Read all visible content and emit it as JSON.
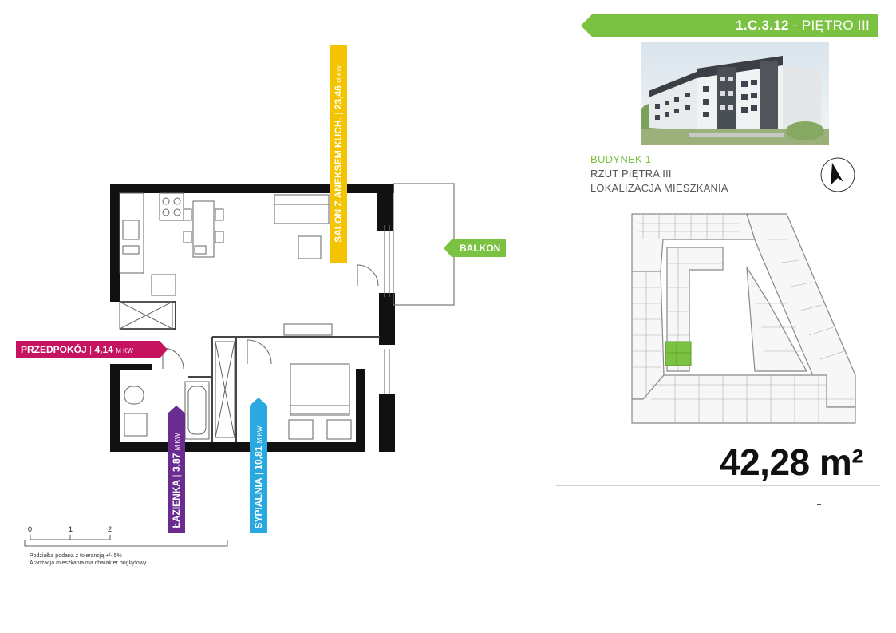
{
  "header": {
    "unit_code": "1.C.3.12",
    "separator": " - ",
    "floor_label": "PIĘTRO III",
    "accent_color": "#7cc242"
  },
  "info": {
    "building": "BUDYNEK 1",
    "floor_plan": "RZUT PIĘTRA III",
    "location": "LOKALIZACJA MIESZKANIA"
  },
  "area": {
    "value": "42,28",
    "unit": "m²"
  },
  "rooms": {
    "salon": {
      "name": "SALON Z ANEKSEM KUCH.",
      "area": "23,46",
      "unit": "M KW",
      "color": "#f4c400"
    },
    "balkon": {
      "name": "BALKON",
      "color": "#7cc242"
    },
    "przedpokoj": {
      "name": "PRZEDPOKÓJ",
      "area": "4,14",
      "unit": "M KW",
      "color": "#c6135f"
    },
    "lazienka": {
      "name": "ŁAZIENKA",
      "area": "3,87",
      "unit": "M KW",
      "color": "#6b2c91"
    },
    "sypialnia": {
      "name": "SYPIALNIA",
      "area": "10,81",
      "unit": "M KW",
      "color": "#2aa8e0"
    }
  },
  "scale": {
    "ticks": [
      "0",
      "1",
      "2"
    ]
  },
  "notes": {
    "line1": "Podziałka podana z tolerancją +/- 5%",
    "line2": "Aranżacja mieszkania ma charakter poglądowy."
  }
}
